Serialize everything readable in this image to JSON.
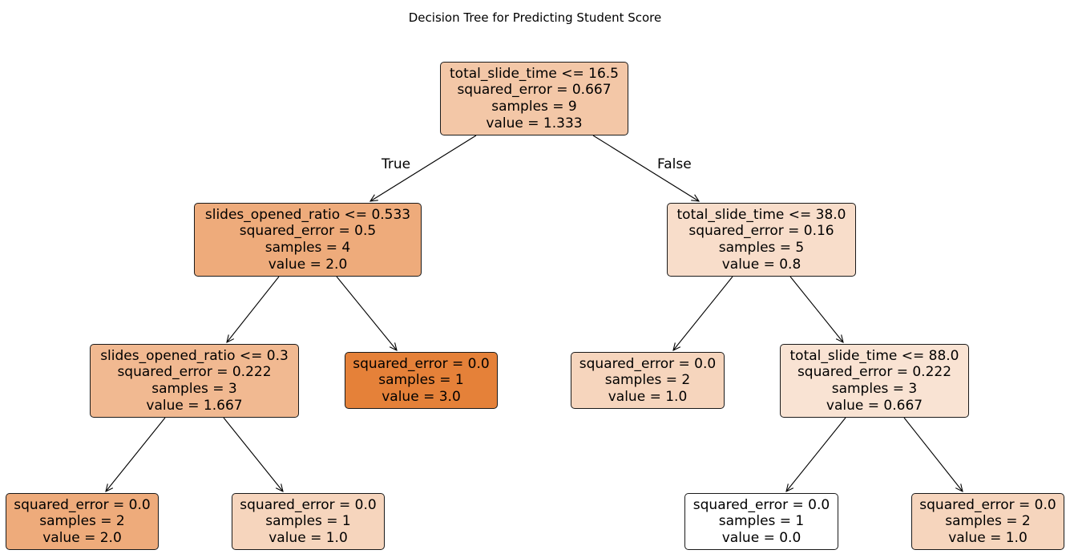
{
  "title": "Decision Tree for Predicting Student Score",
  "value_range": [
    0.0,
    3.0
  ],
  "colors": {
    "fill_max": "#e58139",
    "fill_min": "#ffffff",
    "edge": "#000000",
    "border": "#1a1a1a"
  },
  "branch_labels": {
    "true": "True",
    "false": "False"
  },
  "nodes": [
    {
      "id": "n0",
      "parent": null,
      "split": "total_slide_time <= 16.5",
      "squared_error": "squared_error = 0.667",
      "samples": "samples = 9",
      "value_text": "value = 1.333",
      "value": 1.333
    },
    {
      "id": "n1",
      "parent": "n0",
      "split": "slides_opened_ratio <= 0.533",
      "squared_error": "squared_error = 0.5",
      "samples": "samples = 4",
      "value_text": "value = 2.0",
      "value": 2.0
    },
    {
      "id": "n2",
      "parent": "n1",
      "split": "slides_opened_ratio <= 0.3",
      "squared_error": "squared_error = 0.222",
      "samples": "samples = 3",
      "value_text": "value = 1.667",
      "value": 1.667
    },
    {
      "id": "n3",
      "parent": "n2",
      "split": "",
      "squared_error": "squared_error = 0.0",
      "samples": "samples = 2",
      "value_text": "value = 2.0",
      "value": 2.0
    },
    {
      "id": "n4",
      "parent": "n2",
      "split": "",
      "squared_error": "squared_error = 0.0",
      "samples": "samples = 1",
      "value_text": "value = 1.0",
      "value": 1.0
    },
    {
      "id": "n5",
      "parent": "n1",
      "split": "",
      "squared_error": "squared_error = 0.0",
      "samples": "samples = 1",
      "value_text": "value = 3.0",
      "value": 3.0
    },
    {
      "id": "n6",
      "parent": "n0",
      "split": "total_slide_time <= 38.0",
      "squared_error": "squared_error = 0.16",
      "samples": "samples = 5",
      "value_text": "value = 0.8",
      "value": 0.8
    },
    {
      "id": "n7",
      "parent": "n6",
      "split": "",
      "squared_error": "squared_error = 0.0",
      "samples": "samples = 2",
      "value_text": "value = 1.0",
      "value": 1.0
    },
    {
      "id": "n8",
      "parent": "n6",
      "split": "total_slide_time <= 88.0",
      "squared_error": "squared_error = 0.222",
      "samples": "samples = 3",
      "value_text": "value = 0.667",
      "value": 0.667
    },
    {
      "id": "n9",
      "parent": "n8",
      "split": "",
      "squared_error": "squared_error = 0.0",
      "samples": "samples = 1",
      "value_text": "value = 0.0",
      "value": 0.0
    },
    {
      "id": "n10",
      "parent": "n8",
      "split": "",
      "squared_error": "squared_error = 0.0",
      "samples": "samples = 2",
      "value_text": "value = 1.0",
      "value": 1.0
    }
  ]
}
